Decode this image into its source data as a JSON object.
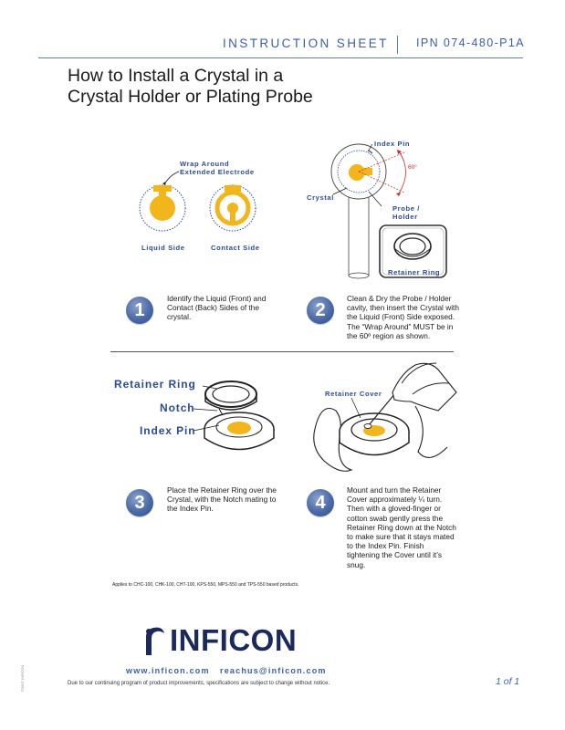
{
  "header": {
    "title": "INSTRUCTION SHEET",
    "ipn": "IPN 074-480-P1A"
  },
  "main_title": {
    "line1": "How to Install a Crystal in a",
    "line2": "Crystal Holder or Plating Probe"
  },
  "figure1": {
    "wrap_around_1": "Wrap Around",
    "wrap_around_2": "Extended Electrode",
    "liquid_side": "Liquid Side",
    "contact_side": "Contact Side"
  },
  "figure2": {
    "index_pin": "Index Pin",
    "angle": "60°",
    "crystal": "Crystal",
    "probe_holder_1": "Probe /",
    "probe_holder_2": "Holder",
    "retainer_ring": "Retainer Ring"
  },
  "figure3": {
    "retainer_ring": "Retainer Ring",
    "notch": "Notch",
    "index_pin": "Index Pin"
  },
  "figure4": {
    "retainer_cover": "Retainer Cover"
  },
  "steps": [
    {
      "number": "1",
      "text_lines": [
        "Identify the Liquid (Front) and",
        "Contact (Back) Sides of the",
        "crystal."
      ]
    },
    {
      "number": "2",
      "text_lines": [
        "Clean & Dry the Probe / Holder",
        "cavity, then insert the Crystal with",
        "the Liquid (Front) Side exposed.",
        "The “Wrap Around” MUST be in",
        "the 60º region as shown."
      ]
    },
    {
      "number": "3",
      "text_lines": [
        "Place the Retainer Ring over the",
        "Crystal, with the Notch mating to",
        "the Index Pin."
      ]
    },
    {
      "number": "4",
      "text_lines": [
        "Mount and turn the Retainer",
        "Cover approximately ¼ turn.",
        "Then with a gloved-finger or",
        "cotton swab gently press the",
        "Retainer Ring down at the Notch",
        "to make sure that it stays mated",
        "to the Index Pin.  Finish",
        "tightening the Cover until it’s",
        "snug."
      ]
    }
  ],
  "applies": "Applies to CHC-100, CHK-100, CHT-100, KPS-550, MPS-550 and TPS-550 based products.",
  "footer": {
    "brand": "INFICON",
    "website": "www.inficon.com",
    "email": "reachus@inficon.com",
    "disclaimer": "Due to our continuing program of product improvements, specifications are subject to change without notice.",
    "page": "1 of 1",
    "doc_id": "©2007 INFICON"
  },
  "colors": {
    "accent_blue": "#3a5fa8",
    "gold": "#f2b51b",
    "red": "#cc2a2a"
  }
}
